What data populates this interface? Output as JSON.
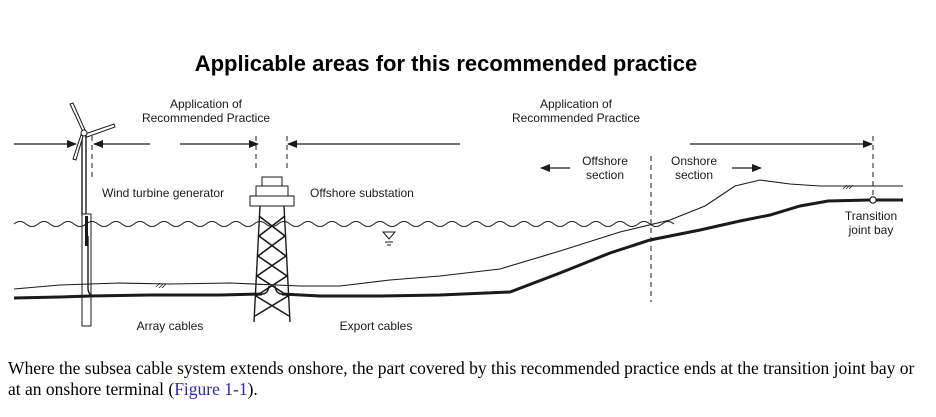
{
  "diagram": {
    "title": "Applicable areas for this recommended practice",
    "application_left": {
      "line1": "Application of",
      "line2": "Recommended Practice"
    },
    "application_right": {
      "line1": "Application of",
      "line2": "Recommended Practice"
    },
    "offshore_section": {
      "line1": "Offshore",
      "line2": "section"
    },
    "onshore_section": {
      "line1": "Onshore",
      "line2": "section"
    },
    "wind_turbine_label": "Wind turbine generator",
    "offshore_substation_label": "Offshore substation",
    "transition_label": {
      "line1": "Transition",
      "line2": "joint bay"
    },
    "array_cables_label": "Array cables",
    "export_cables_label": "Export cables"
  },
  "caption": {
    "text": "Where the subsea cable system extends onshore, the part covered by this recommended practice ends at the transition joint bay or at an onshore terminal (",
    "link": "Figure 1-1",
    "suffix": ")."
  },
  "colors": {
    "link": "#2a2ab0",
    "ink": "#1a1a1a"
  }
}
